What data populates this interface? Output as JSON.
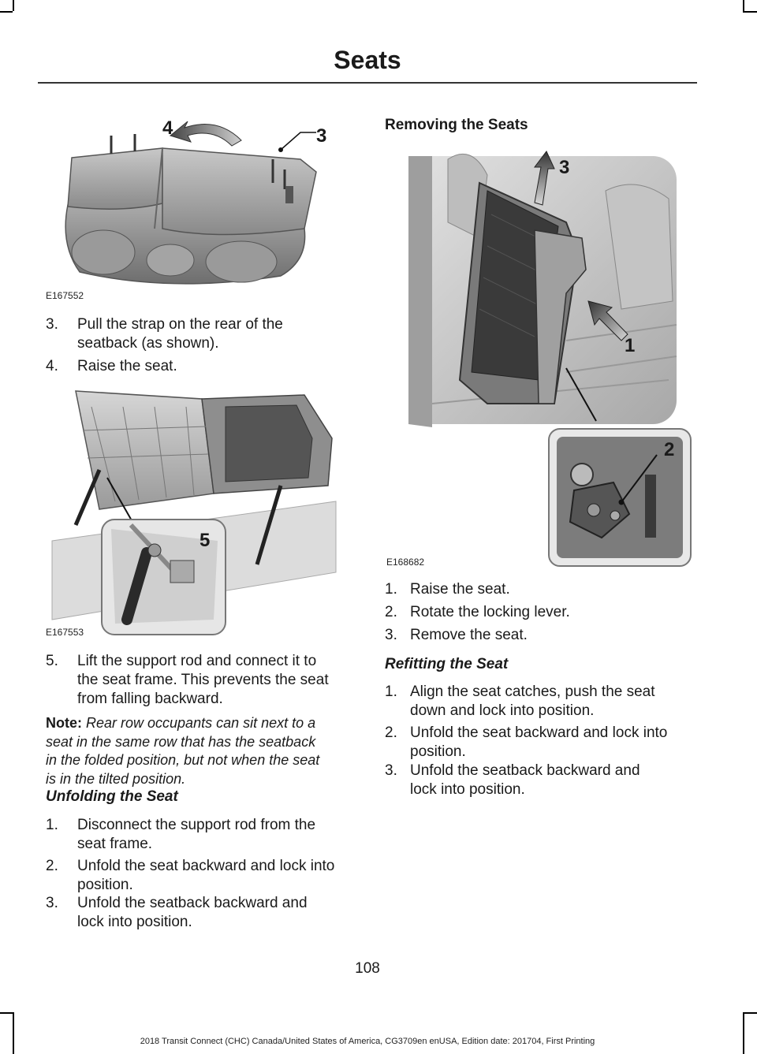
{
  "header": {
    "title": "Seats"
  },
  "figures": {
    "fig1": {
      "code": "E167552",
      "callouts": [
        "4",
        "3"
      ]
    },
    "fig2": {
      "code": "E167553",
      "callouts": [
        "5"
      ]
    },
    "fig3": {
      "code": "E168682",
      "callouts": [
        "3",
        "1",
        "2"
      ]
    }
  },
  "left": {
    "steps_a": [
      {
        "num": "3.",
        "text": [
          "Pull the strap on the rear of the",
          "seatback (as shown)."
        ]
      },
      {
        "num": "4.",
        "text": [
          "Raise the seat."
        ]
      }
    ],
    "step5": {
      "num": "5.",
      "text": [
        "Lift the support rod and connect it to",
        "the seat frame. This prevents the seat",
        "from falling backward."
      ]
    },
    "note": {
      "label": "Note:",
      "lines": [
        " Rear row occupants can sit next to a",
        "seat in the same row that has the seatback",
        "in the folded position, but not when the seat",
        "is in the tilted position."
      ]
    },
    "unfold_heading": "Unfolding the Seat",
    "unfold_steps": [
      {
        "num": "1.",
        "text": [
          "Disconnect the support rod from the",
          "seat frame."
        ]
      },
      {
        "num": "2.",
        "text": [
          "Unfold the seat backward and lock into",
          "position."
        ]
      },
      {
        "num": "3.",
        "text": [
          "Unfold the seatback backward and",
          "lock into position."
        ]
      }
    ]
  },
  "right": {
    "section_heading": "Removing the Seats",
    "remove_steps": [
      {
        "num": "1.",
        "text": [
          "Raise the seat."
        ]
      },
      {
        "num": "2.",
        "text": [
          "Rotate the locking lever."
        ]
      },
      {
        "num": "3.",
        "text": [
          "Remove the seat."
        ]
      }
    ],
    "refit_heading": "Refitting the Seat",
    "refit_steps": [
      {
        "num": "1.",
        "text": [
          "Align the seat catches, push the seat",
          "down and lock into position."
        ]
      },
      {
        "num": "2.",
        "text": [
          "Unfold the seat backward and lock into",
          "position."
        ]
      },
      {
        "num": "3.",
        "text": [
          "Unfold the seatback backward and",
          "lock into position."
        ]
      }
    ]
  },
  "page_number": "108",
  "footer": "2018 Transit Connect (CHC) Canada/United States of America, CG3709en enUSA, Edition date: 201704, First Printing"
}
